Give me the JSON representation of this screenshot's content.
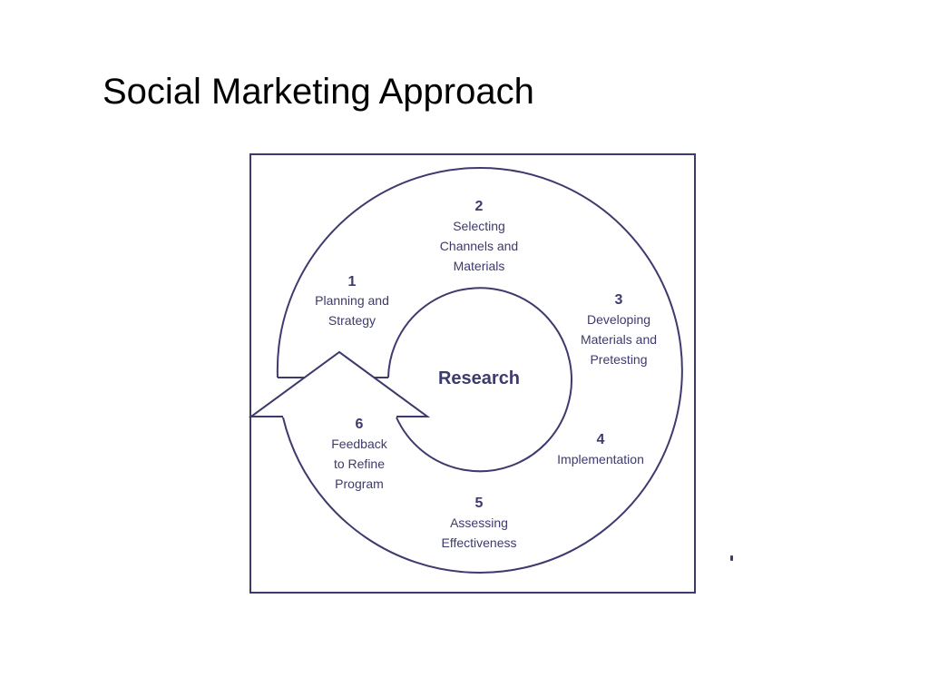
{
  "slide": {
    "title": "Social Marketing Approach"
  },
  "diagram": {
    "center_label": "Research",
    "steps": [
      {
        "number": "1",
        "lines": [
          "Planning and",
          "Strategy"
        ]
      },
      {
        "number": "2",
        "lines": [
          "Selecting",
          "Channels and",
          "Materials"
        ]
      },
      {
        "number": "3",
        "lines": [
          "Developing",
          "Materials and",
          "Pretesting"
        ]
      },
      {
        "number": "4",
        "lines": [
          "Implementation"
        ]
      },
      {
        "number": "5",
        "lines": [
          "Assessing",
          "Effectiveness"
        ]
      },
      {
        "number": "6",
        "lines": [
          "Feedback",
          "to Refine",
          "Program"
        ]
      }
    ]
  },
  "colors": {
    "stroke": "#3d3a6e",
    "text": "#3d3a6e",
    "title": "#000000",
    "background": "#ffffff"
  }
}
